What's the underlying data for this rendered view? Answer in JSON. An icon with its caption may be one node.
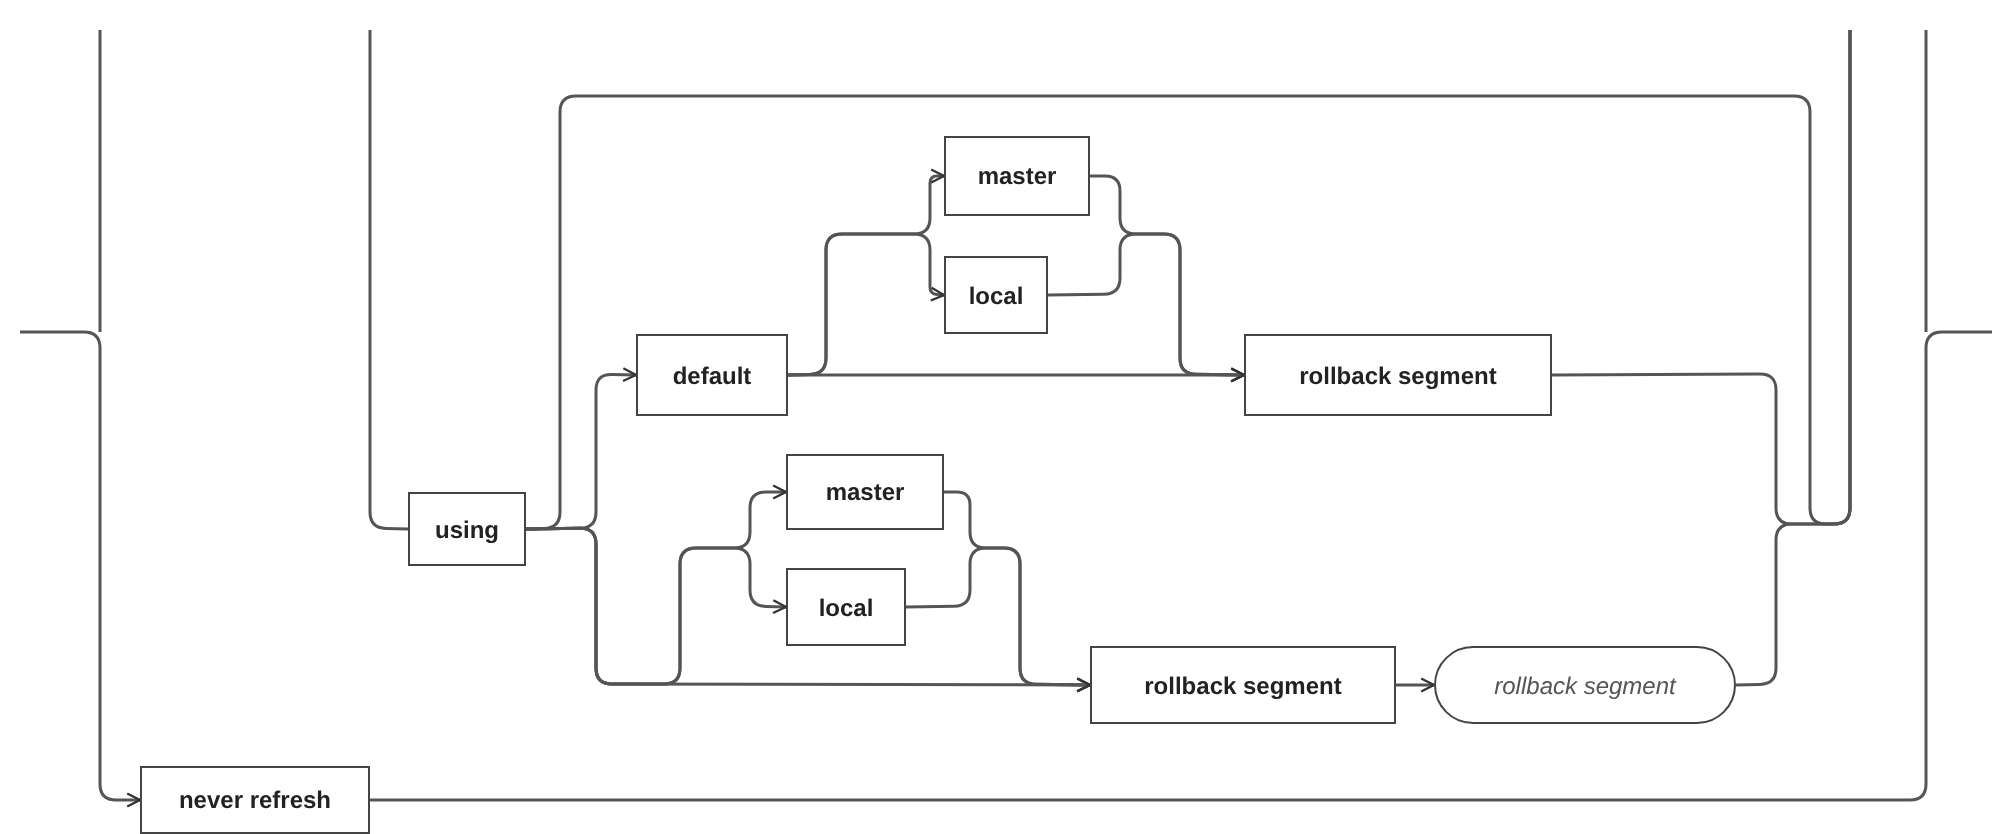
{
  "diagram": {
    "nodes": [
      {
        "text": [
          "using"
        ]
      },
      {
        "text": [
          "default"
        ]
      },
      {
        "text": [
          "master"
        ]
      },
      {
        "text": [
          "local"
        ]
      },
      {
        "text": [
          "rollback segment"
        ]
      },
      {
        "text": [
          "master"
        ]
      },
      {
        "text": [
          "local"
        ]
      },
      {
        "text": [
          "rollback segment"
        ]
      },
      {
        "text": [
          "rollback segment"
        ]
      },
      {
        "text": [
          "never refresh"
        ]
      }
    ],
    "edges": [
      {
        "from": null,
        "to": 9,
        "arrow": "to"
      },
      {
        "from": null,
        "to": 0,
        "arrow": "none"
      },
      {
        "from": 9,
        "to": null,
        "arrow": "none"
      },
      {
        "from": 0,
        "to": 1,
        "arrow": "to"
      },
      {
        "from": 0,
        "to": 5,
        "arrow": "to"
      },
      {
        "from": 0,
        "to": 6,
        "arrow": "to"
      },
      {
        "from": 0,
        "to": 7,
        "arrow": "to"
      },
      {
        "from": 0,
        "to": null,
        "arrow": "none"
      },
      {
        "from": 1,
        "to": 2,
        "arrow": "to"
      },
      {
        "from": 1,
        "to": 3,
        "arrow": "to"
      },
      {
        "from": 1,
        "to": 4,
        "arrow": "to"
      },
      {
        "from": 2,
        "to": 4,
        "arrow": "to"
      },
      {
        "from": 3,
        "to": 4,
        "arrow": "to"
      },
      {
        "from": 5,
        "to": 7,
        "arrow": "to"
      },
      {
        "from": 6,
        "to": 7,
        "arrow": "to"
      },
      {
        "from": 7,
        "to": 8,
        "arrow": "to"
      },
      {
        "from": 4,
        "to": null,
        "arrow": "none"
      },
      {
        "from": 8,
        "to": null,
        "arrow": "none"
      }
    ]
  }
}
